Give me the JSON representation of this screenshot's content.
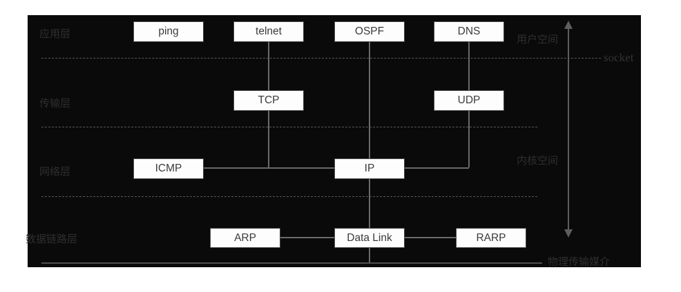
{
  "diagram": {
    "title": "TCP/IP Protocol Stack",
    "background_color": "#0a0a0a",
    "box_fill": "#fdfdfd",
    "box_text_color": "#3a3a3a",
    "label_color": "#2f2f2f"
  },
  "layers": [
    {
      "label": "应用层"
    },
    {
      "label": "传输层"
    },
    {
      "label": "网络层"
    },
    {
      "label": "数据链路层"
    }
  ],
  "boxes": {
    "ping": "ping",
    "telnet": "telnet",
    "ospf": "OSPF",
    "dns": "DNS",
    "tcp": "TCP",
    "udp": "UDP",
    "icmp": "ICMP",
    "ip": "IP",
    "arp": "ARP",
    "datalink": "Data Link",
    "rarp": "RARP"
  },
  "annotations": {
    "user_space": "用户空间",
    "kernel_space": "内核空间",
    "socket": "socket",
    "physical_medium": "物理传输媒介"
  }
}
